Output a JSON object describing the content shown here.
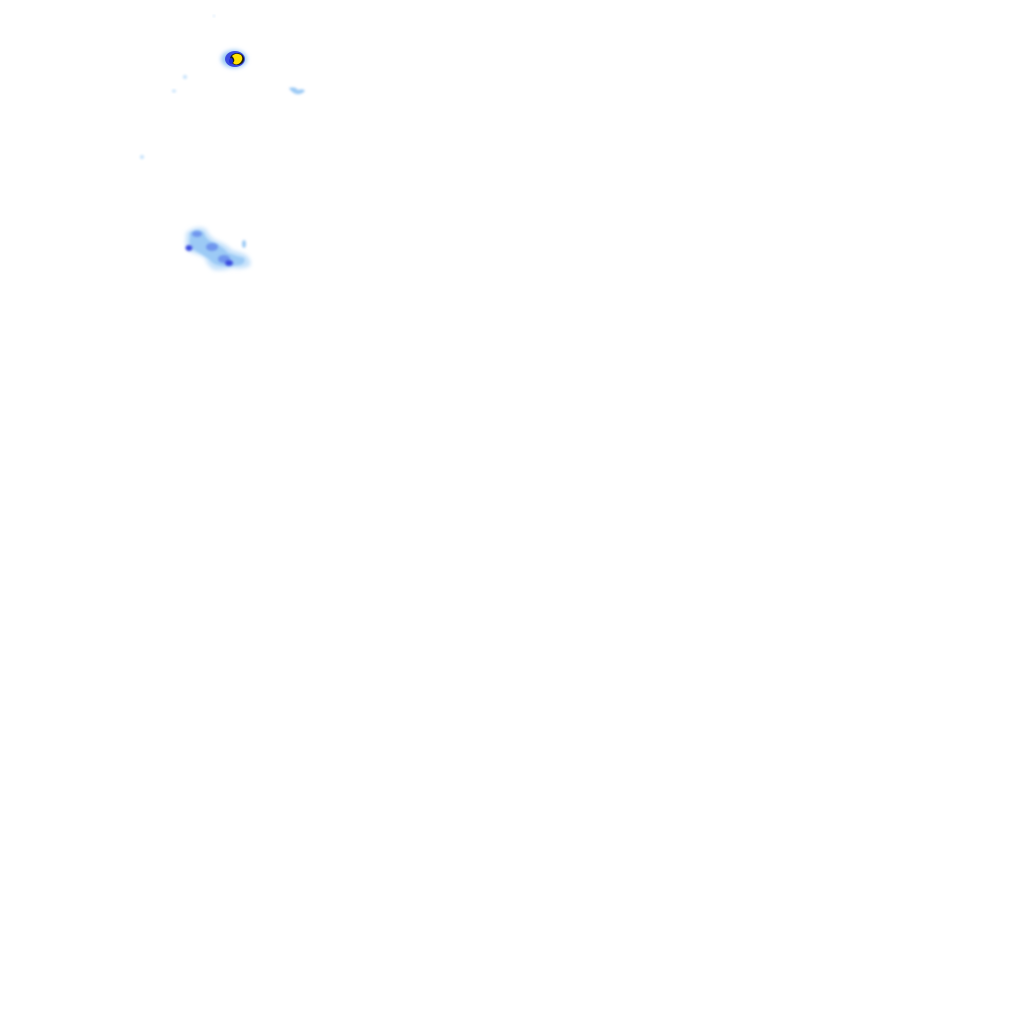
{
  "map": {
    "kind": "weather-radar-overlay",
    "background_color": "#ffffff",
    "intensity_colors": {
      "very_light": "#c6e2fb",
      "light": "#9ccaf5",
      "moderate": "#6f95ee",
      "heavy": "#3b4ce0",
      "very_heavy": "#1f2fd6",
      "intense": "#ffe100",
      "extreme": "#1a1a1a"
    },
    "echoes": [
      {
        "id": "storm-cell-north",
        "peak_intensity": "intense"
      },
      {
        "id": "echo-cluster-west",
        "peak_intensity": "heavy"
      },
      {
        "id": "speck-echo-1",
        "peak_intensity": "very_light"
      },
      {
        "id": "speck-echo-2",
        "peak_intensity": "very_light"
      },
      {
        "id": "speck-echo-3",
        "peak_intensity": "light"
      },
      {
        "id": "speck-echo-4",
        "peak_intensity": "very_light"
      }
    ]
  }
}
